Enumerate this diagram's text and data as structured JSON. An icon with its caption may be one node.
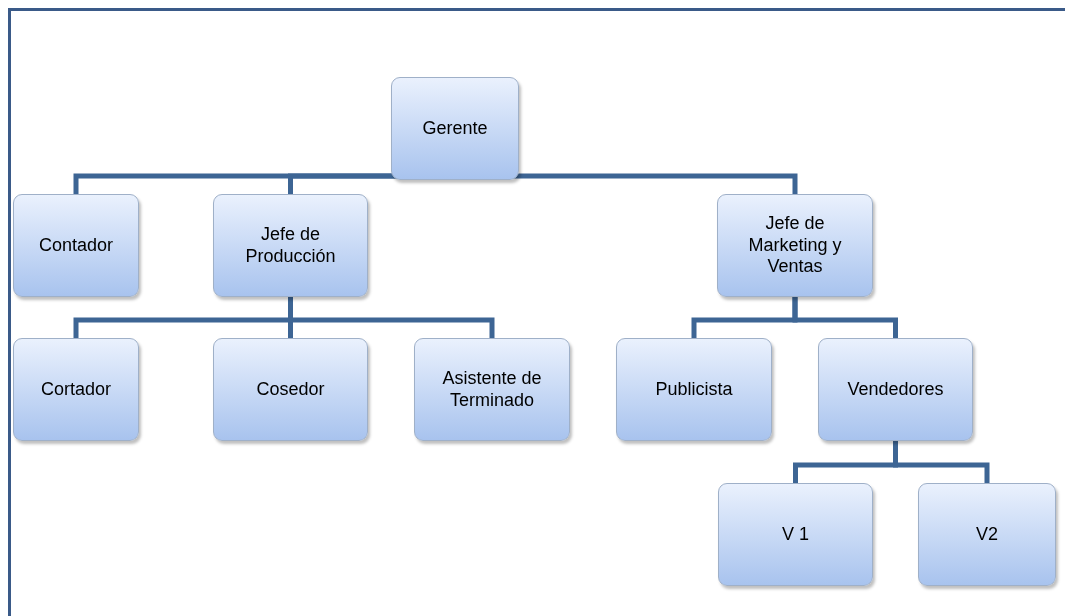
{
  "diagram": {
    "nodes": [
      {
        "text": [
          "Gerente"
        ]
      },
      {
        "text": [
          "Contador"
        ]
      },
      {
        "text": [
          "Jefe de Producción"
        ]
      },
      {
        "text": [
          "Jefe de Marketing y Ventas"
        ]
      },
      {
        "text": [
          "Cortador"
        ]
      },
      {
        "text": [
          "Cosedor"
        ]
      },
      {
        "text": [
          "Asistente de Terminado"
        ]
      },
      {
        "text": [
          "Publicista"
        ]
      },
      {
        "text": [
          "Vendedores"
        ]
      },
      {
        "text": [
          "V 1"
        ]
      },
      {
        "text": [
          "V2"
        ]
      }
    ],
    "edges": [
      {
        "from": 0,
        "to": 1,
        "arrow": "none"
      },
      {
        "from": 0,
        "to": 2,
        "arrow": "none"
      },
      {
        "from": 0,
        "to": 3,
        "arrow": "none"
      },
      {
        "from": 2,
        "to": 4,
        "arrow": "none"
      },
      {
        "from": 2,
        "to": 5,
        "arrow": "none"
      },
      {
        "from": 2,
        "to": 6,
        "arrow": "none"
      },
      {
        "from": 3,
        "to": 7,
        "arrow": "none"
      },
      {
        "from": 3,
        "to": 8,
        "arrow": "none"
      },
      {
        "from": 8,
        "to": 9,
        "arrow": "none"
      },
      {
        "from": 8,
        "to": 10,
        "arrow": "none"
      }
    ]
  }
}
